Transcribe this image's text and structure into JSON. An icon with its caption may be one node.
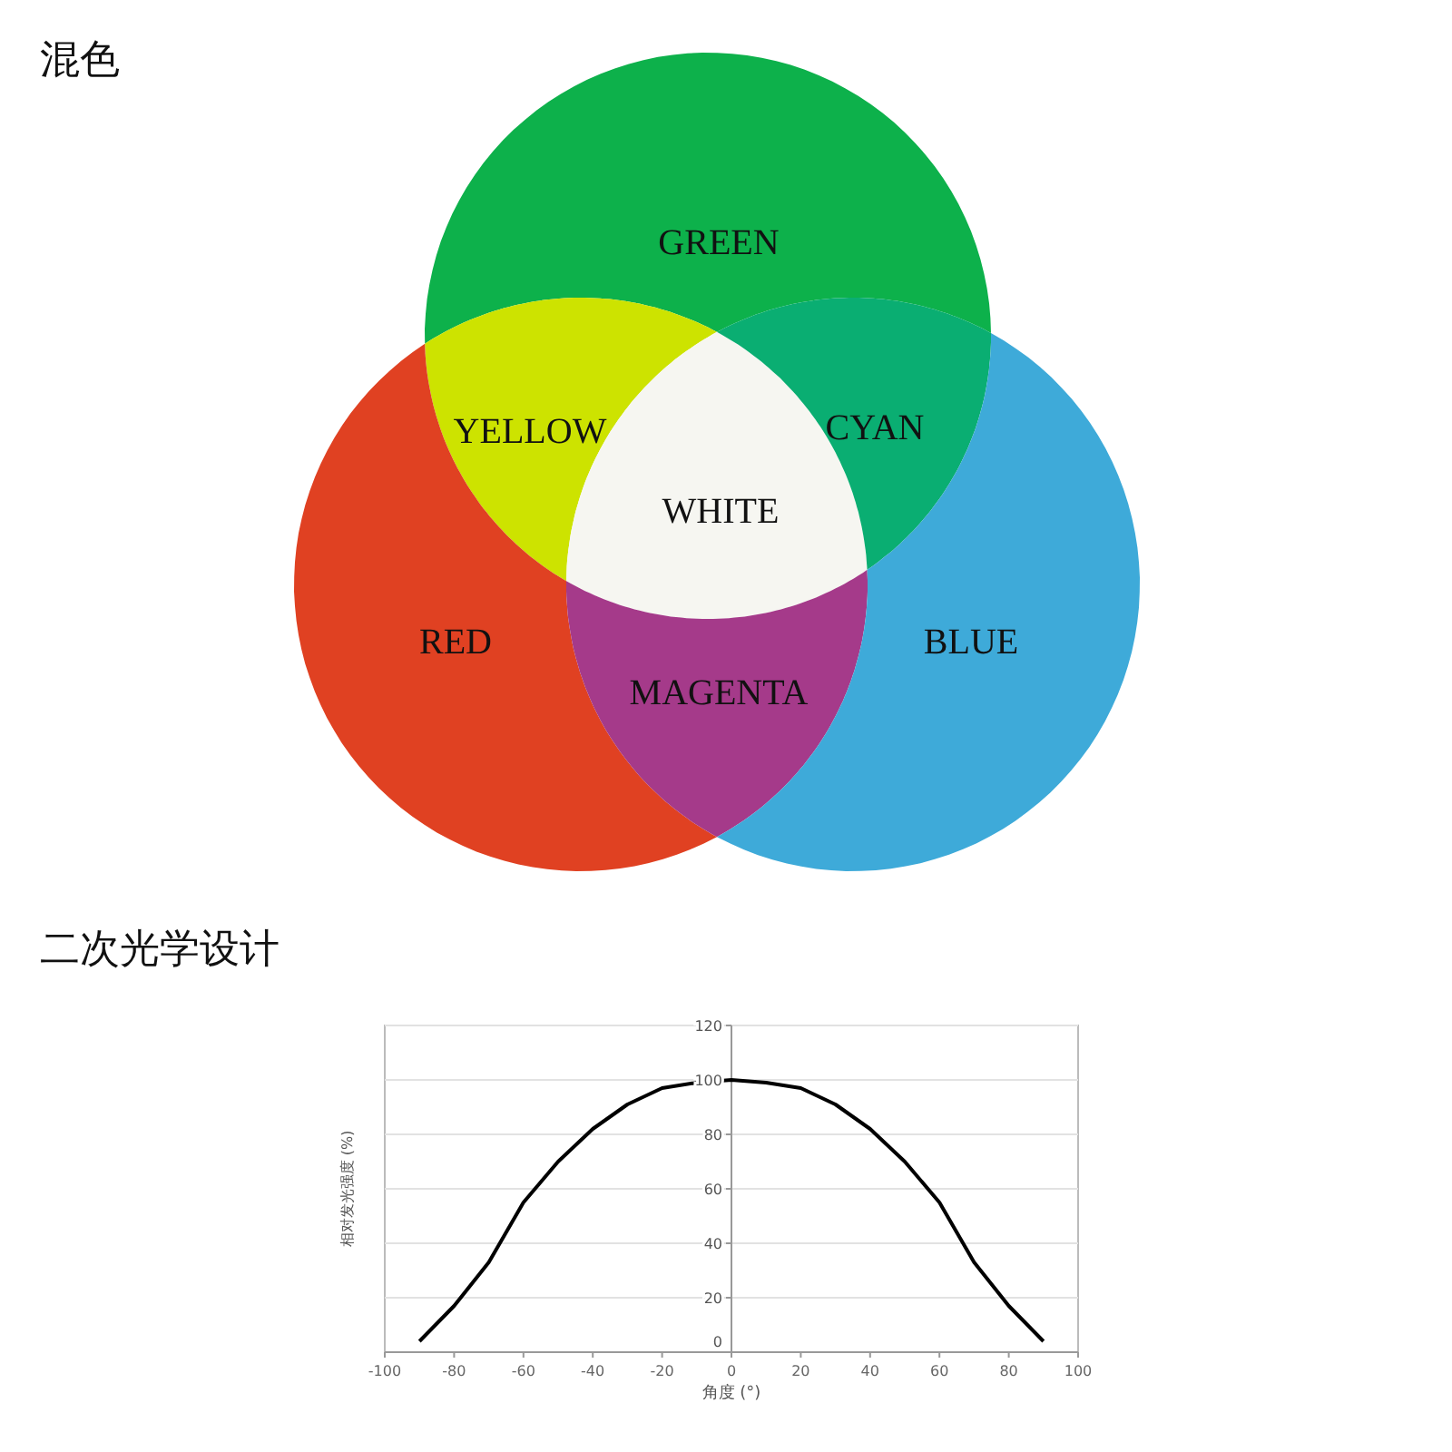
{
  "diagram": {
    "title": "混色",
    "nodes": [
      {
        "text": [
          "GREEN"
        ]
      },
      {
        "text": [
          "YELLOW"
        ]
      },
      {
        "text": [
          "WHITE"
        ]
      },
      {
        "text": [
          "CYAN"
        ]
      },
      {
        "text": [
          "RED"
        ]
      },
      {
        "text": [
          "MAGENTA"
        ]
      },
      {
        "text": [
          "BLUE"
        ]
      }
    ],
    "labels": [
      "二次光学设计"
    ],
    "chart_data": {
      "type": "line",
      "xlabel": "角度 (°)",
      "ylabel": "相对发光强度 (%)",
      "x": [
        -90,
        -80,
        -70,
        -60,
        -50,
        -40,
        -30,
        -20,
        -10,
        0,
        10,
        20,
        30,
        40,
        50,
        60,
        70,
        80,
        90
      ],
      "series": [
        {
          "color": "#000000",
          "values": [
            4,
            17,
            33,
            55,
            70,
            82,
            91,
            97,
            99,
            100,
            99,
            97,
            91,
            82,
            70,
            55,
            33,
            17,
            4
          ]
        }
      ],
      "xlim": [
        -100,
        100
      ],
      "ylim": [
        0,
        120
      ],
      "xticks": [
        -100,
        -80,
        -60,
        -40,
        -20,
        0,
        20,
        40,
        60,
        80,
        100
      ],
      "yticks": [
        0,
        20,
        40,
        60,
        80,
        100,
        120
      ],
      "grid": true
    }
  }
}
